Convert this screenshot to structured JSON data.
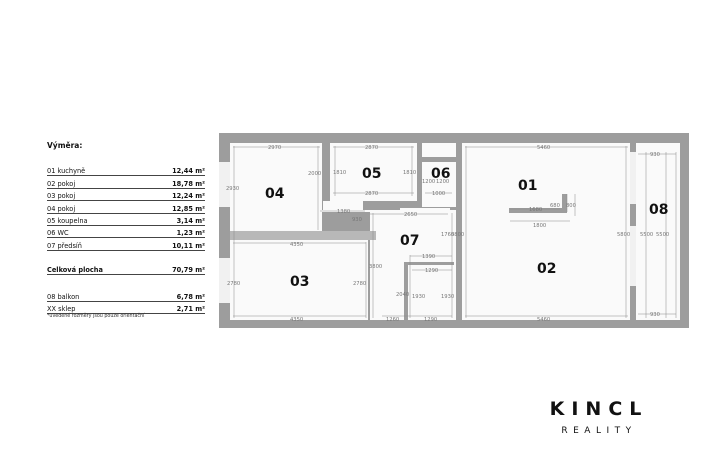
{
  "legend": {
    "title": "Výměra:",
    "rooms": [
      {
        "label": "01 kuchyně",
        "area": "12,44 m²"
      },
      {
        "label": "02 pokoj",
        "area": "18,78 m²"
      },
      {
        "label": "03 pokoj",
        "area": "12,24 m²"
      },
      {
        "label": "04 pokoj",
        "area": "12,85 m²"
      },
      {
        "label": "05 koupelna",
        "area": "3,14 m²"
      },
      {
        "label": "06 WC",
        "area": "1,23 m²"
      },
      {
        "label": "07 předsíň",
        "area": "10,11 m²"
      }
    ],
    "total": {
      "label": "Celková plocha",
      "area": "70,79 m²"
    },
    "extras": [
      {
        "label": "08 balkon",
        "area": "6,78 m²"
      },
      {
        "label": "XX sklep",
        "area": "2,71 m²"
      }
    ],
    "note": "*uvedené rozměry jsou pouze orientační"
  },
  "plan": {
    "rooms": {
      "r01": "01",
      "r02": "02",
      "r03": "03",
      "r04": "04",
      "r05": "05",
      "r06": "06",
      "r07": "07",
      "r08": "08"
    },
    "dims": {
      "d2970": "2970",
      "d2930": "2930",
      "d2000": "2000",
      "d2870a": "2870",
      "d1810a": "1810",
      "d1810b": "1810",
      "d2870b": "2870",
      "d1200a": "1200",
      "d1200b": "1200",
      "d1000": "1000",
      "d1380": "1380",
      "d930": "930",
      "d2650": "2650",
      "d4350a": "4350",
      "d4350b": "4350",
      "d2780a": "2780",
      "d2780b": "2780",
      "d3800": "3800",
      "d1760": "1760",
      "d5800a": "5800",
      "d1390": "1390",
      "d1290a": "1290",
      "d2040": "2040",
      "d1930a": "1930",
      "d1930b": "1930",
      "d1260": "1260",
      "d1290b": "1290",
      "d5460a": "5460",
      "d5460b": "5460",
      "d1680": "1680",
      "d680": "680",
      "d800": "800",
      "d1800": "1800",
      "d5800b": "5800",
      "d5500a": "5500",
      "d5500b": "5500",
      "d930a": "930",
      "d930b": "930"
    },
    "colors": {
      "wall": "#9d9d9d",
      "floor": "#fafafa",
      "dimline": "#8a8a8a"
    }
  },
  "logo": {
    "main": "KINCL",
    "sub": "REALITY"
  }
}
